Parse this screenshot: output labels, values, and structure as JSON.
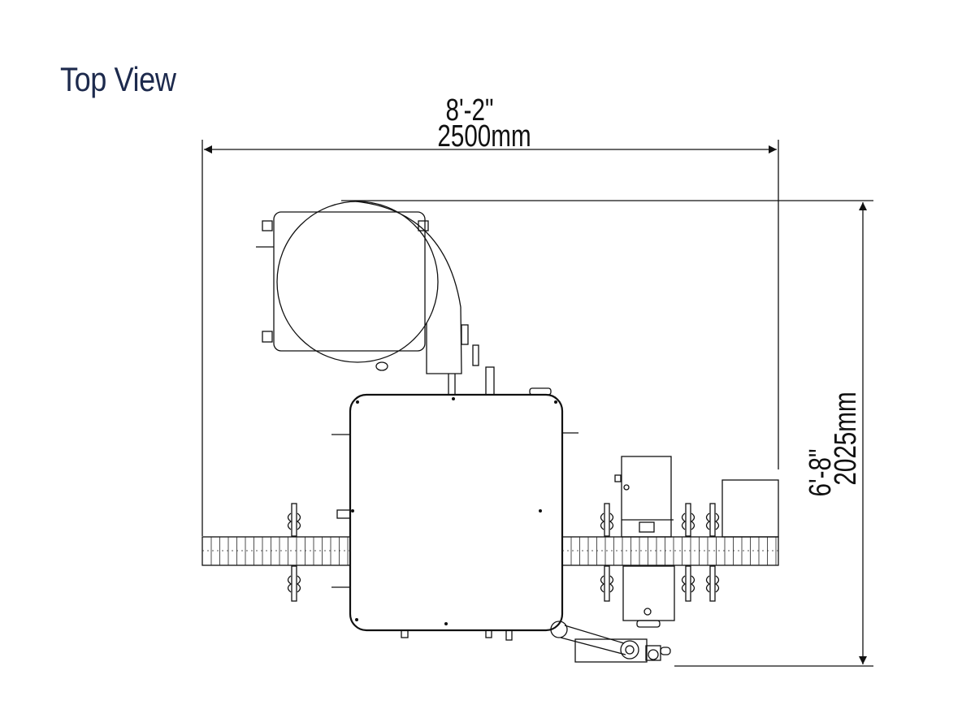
{
  "title": "Top View",
  "dimensions": {
    "width_imperial": "8'-2\"",
    "width_metric": "2500mm",
    "depth_imperial": "6'-8\"",
    "depth_metric": "2025mm"
  },
  "colors": {
    "title": "#1d2a4d",
    "lines": "#111111"
  }
}
